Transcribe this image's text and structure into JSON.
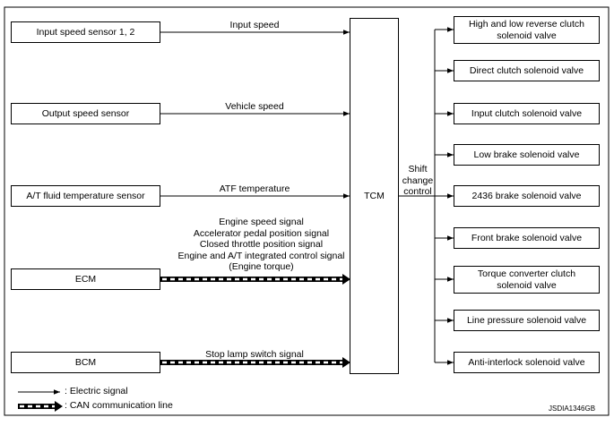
{
  "inputs": {
    "input_speed_sensor": "Input speed sensor 1, 2",
    "output_speed_sensor": "Output speed sensor",
    "atf_temp_sensor": "A/T fluid temperature sensor",
    "ecm": "ECM",
    "bcm": "BCM"
  },
  "signals": {
    "input_speed": "Input speed",
    "vehicle_speed": "Vehicle speed",
    "atf_temperature": "ATF temperature",
    "ecm_line1": "Engine speed signal",
    "ecm_line2": "Accelerator pedal position signal",
    "ecm_line3": "Closed throttle position signal",
    "ecm_line4": "Engine and A/T integrated control signal",
    "ecm_line5": "(Engine torque)",
    "stop_lamp": "Stop lamp switch signal"
  },
  "tcm": {
    "label": "TCM"
  },
  "shift": {
    "line1": "Shift",
    "line2": "change",
    "line3": "control"
  },
  "outputs": {
    "high_low_reverse": "High and low reverse clutch solenoid valve",
    "direct_clutch": "Direct clutch solenoid valve",
    "input_clutch": "Input clutch solenoid valve",
    "low_brake": "Low brake solenoid valve",
    "brake_2436": "2436 brake solenoid valve",
    "front_brake": "Front brake solenoid valve",
    "torque_converter": "Torque converter clutch solenoid valve",
    "line_pressure": "Line pressure solenoid valve",
    "anti_interlock": "Anti-interlock solenoid valve"
  },
  "legend": {
    "electric": ": Electric signal",
    "can": ": CAN communication line"
  },
  "footer_code": "JSDIA1346GB"
}
